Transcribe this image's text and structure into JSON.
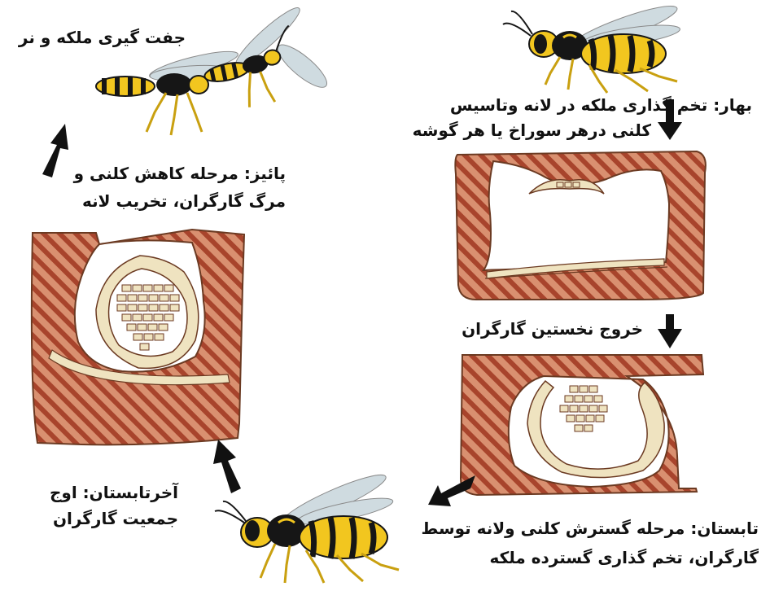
{
  "labels": {
    "mating": "جفت گیری ملکه و نر",
    "spring_line1": "بهار: تخم گذاری ملکه  در لانه وتاسیس",
    "spring_line2": "کلنی  درهر سوراخ یا هر گوشه",
    "autumn_line1": "پائیز: مرحله کاهش کلنی و",
    "autumn_line2": "مرگ گارگران، تخریب لانه",
    "first_workers": "خروج نخستین گارگران",
    "late_summer_line1": "آخرتابستان: اوج",
    "late_summer_line2": "جمعیت گارگران",
    "summer_line1": "تابستان: مرحله گسترش کلنی ولانه توسط",
    "summer_line2": "گارگران، تخم گذاری گسترده ملکه"
  },
  "colors": {
    "nest_fill": "#d99070",
    "nest_stripe": "#a8442c",
    "nest_outline": "#6b3a22",
    "comb": "#efe3c0",
    "wasp_yellow": "#f2c61f",
    "wasp_black": "#161616",
    "wing": "#cfdbe0",
    "arrow": "#111111"
  },
  "icons": {
    "arrow": "down-arrow-icon",
    "wasp": "wasp-icon"
  }
}
